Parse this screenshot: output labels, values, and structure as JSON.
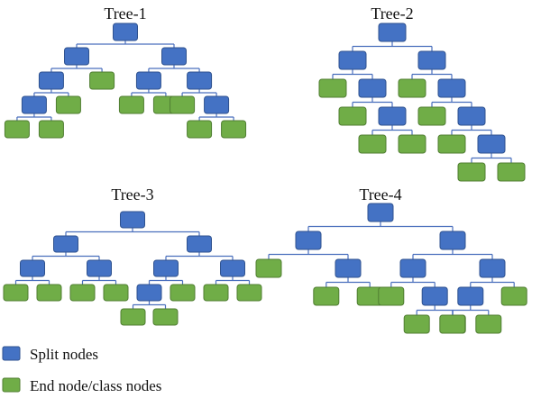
{
  "colors": {
    "split_fill": "#4472c4",
    "split_stroke": "#2f528f",
    "end_fill": "#70ad47",
    "end_stroke": "#507e32",
    "edge": "#4a6fbd",
    "text": "#111111"
  },
  "legend": {
    "split_label": "Split nodes",
    "end_label": "End node/class nodes"
  },
  "trees": [
    {
      "title": "Tree-1",
      "root": {
        "type": "split",
        "children": [
          {
            "type": "split",
            "children": [
              {
                "type": "split",
                "children": [
                  {
                    "type": "split",
                    "children": [
                      {
                        "type": "end"
                      },
                      {
                        "type": "end"
                      }
                    ]
                  },
                  {
                    "type": "end"
                  }
                ]
              },
              {
                "type": "end"
              }
            ]
          },
          {
            "type": "split",
            "children": [
              {
                "type": "split",
                "children": [
                  {
                    "type": "end"
                  },
                  {
                    "type": "end"
                  }
                ]
              },
              {
                "type": "split",
                "children": [
                  {
                    "type": "end"
                  },
                  {
                    "type": "split",
                    "children": [
                      {
                        "type": "end"
                      },
                      {
                        "type": "end"
                      }
                    ]
                  }
                ]
              }
            ]
          }
        ]
      }
    },
    {
      "title": "Tree-2",
      "root": {
        "type": "split",
        "children": [
          {
            "type": "split",
            "children": [
              {
                "type": "end"
              },
              {
                "type": "split",
                "children": [
                  {
                    "type": "end"
                  },
                  {
                    "type": "split",
                    "children": [
                      {
                        "type": "end"
                      },
                      {
                        "type": "end"
                      }
                    ]
                  }
                ]
              }
            ]
          },
          {
            "type": "split",
            "children": [
              {
                "type": "end"
              },
              {
                "type": "split",
                "children": [
                  {
                    "type": "end"
                  },
                  {
                    "type": "split",
                    "children": [
                      {
                        "type": "end"
                      },
                      {
                        "type": "split",
                        "children": [
                          {
                            "type": "end"
                          },
                          {
                            "type": "end"
                          }
                        ]
                      }
                    ]
                  }
                ]
              }
            ]
          }
        ]
      }
    },
    {
      "title": "Tree-3",
      "root": {
        "type": "split",
        "children": [
          {
            "type": "split",
            "children": [
              {
                "type": "split",
                "children": [
                  {
                    "type": "end"
                  },
                  {
                    "type": "end"
                  }
                ]
              },
              {
                "type": "split",
                "children": [
                  {
                    "type": "end"
                  },
                  {
                    "type": "end"
                  }
                ]
              }
            ]
          },
          {
            "type": "split",
            "children": [
              {
                "type": "split",
                "children": [
                  {
                    "type": "split",
                    "children": [
                      {
                        "type": "end"
                      },
                      {
                        "type": "end"
                      }
                    ]
                  },
                  {
                    "type": "end"
                  }
                ]
              },
              {
                "type": "split",
                "children": [
                  {
                    "type": "end"
                  },
                  {
                    "type": "end"
                  }
                ]
              }
            ]
          }
        ]
      }
    },
    {
      "title": "Tree-4",
      "root": {
        "type": "split",
        "children": [
          {
            "type": "split",
            "children": [
              {
                "type": "end"
              },
              {
                "type": "split",
                "children": [
                  {
                    "type": "end"
                  },
                  {
                    "type": "end"
                  }
                ]
              }
            ]
          },
          {
            "type": "split",
            "children": [
              {
                "type": "split",
                "children": [
                  {
                    "type": "end"
                  },
                  {
                    "type": "split",
                    "children": [
                      {
                        "type": "end"
                      },
                      {
                        "type": "end"
                      }
                    ]
                  }
                ]
              },
              {
                "type": "split",
                "children": [
                  {
                    "type": "split",
                    "children": [
                      {
                        "type": "end"
                      },
                      {
                        "type": "end"
                      }
                    ]
                  },
                  {
                    "type": "end"
                  }
                ]
              }
            ]
          }
        ]
      }
    }
  ]
}
